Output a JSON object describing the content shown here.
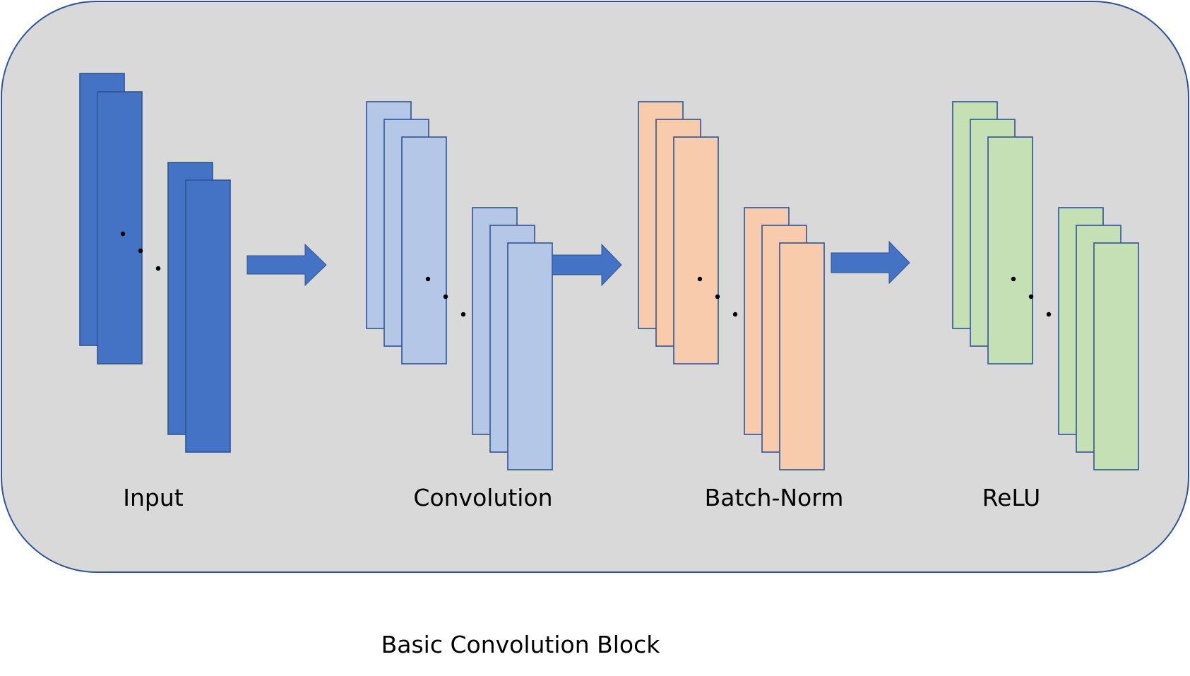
{
  "caption": "Basic Convolution Block",
  "colors": {
    "panel_fill": "#d9d9d9",
    "panel_stroke": "#2f5496",
    "map_stroke": "#2f5496",
    "arrow_fill": "#4472c4",
    "dot": "#000000"
  },
  "stages": [
    {
      "label": "Input",
      "fill": "#4472c4"
    },
    {
      "label": "Convolution",
      "fill": "#b4c7e7"
    },
    {
      "label": "Batch-Norm",
      "fill": "#f8cbad"
    },
    {
      "label": "ReLU",
      "fill": "#c5e0b4"
    }
  ]
}
